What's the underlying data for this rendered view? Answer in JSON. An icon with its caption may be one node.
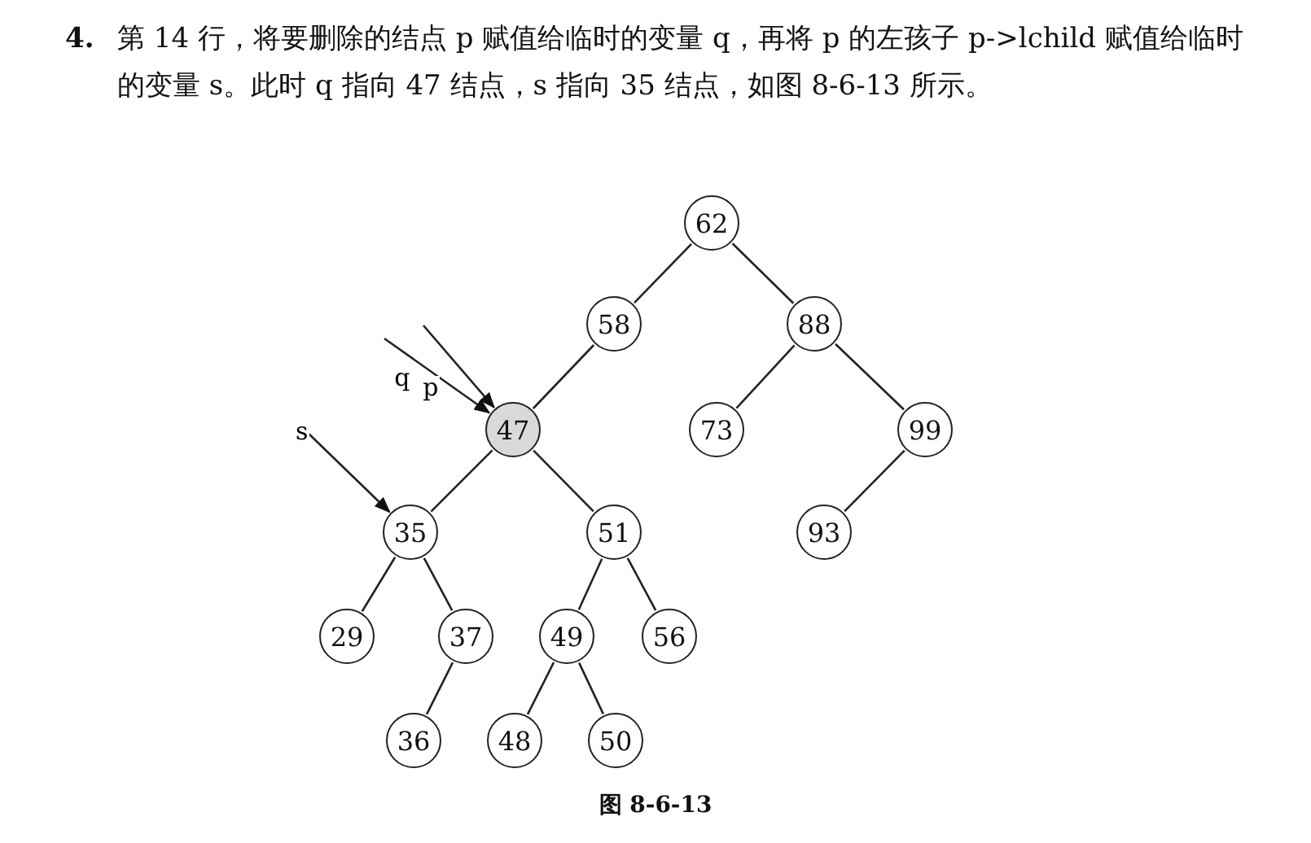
{
  "diagram": {
    "caption": "图 8-6-13",
    "nodes": [
      {
        "text": [
          "62"
        ]
      },
      {
        "text": [
          "58"
        ]
      },
      {
        "text": [
          "88"
        ]
      },
      {
        "text": [
          "47"
        ]
      },
      {
        "text": [
          "73"
        ]
      },
      {
        "text": [
          "99"
        ]
      },
      {
        "text": [
          "35"
        ]
      },
      {
        "text": [
          "51"
        ]
      },
      {
        "text": [
          "93"
        ]
      },
      {
        "text": [
          "29"
        ]
      },
      {
        "text": [
          "37"
        ]
      },
      {
        "text": [
          "49"
        ]
      },
      {
        "text": [
          "56"
        ]
      },
      {
        "text": [
          "36"
        ]
      },
      {
        "text": [
          "48"
        ]
      },
      {
        "text": [
          "50"
        ]
      }
    ],
    "edges": [
      {
        "from": 0,
        "to": 1,
        "arrow": "none"
      },
      {
        "from": 0,
        "to": 2,
        "arrow": "none"
      },
      {
        "from": 1,
        "to": 3,
        "arrow": "none"
      },
      {
        "from": 2,
        "to": 4,
        "arrow": "none"
      },
      {
        "from": 2,
        "to": 5,
        "arrow": "none"
      },
      {
        "from": 3,
        "to": 6,
        "arrow": "none"
      },
      {
        "from": 3,
        "to": 7,
        "arrow": "none"
      },
      {
        "from": 5,
        "to": 8,
        "arrow": "none"
      },
      {
        "from": 6,
        "to": 9,
        "arrow": "none"
      },
      {
        "from": 6,
        "to": 10,
        "arrow": "none"
      },
      {
        "from": 7,
        "to": 11,
        "arrow": "none"
      },
      {
        "from": 7,
        "to": 12,
        "arrow": "none"
      },
      {
        "from": 10,
        "to": 13,
        "arrow": "none"
      },
      {
        "from": 11,
        "to": 14,
        "arrow": "none"
      },
      {
        "from": 11,
        "to": 15,
        "arrow": "none"
      },
      {
        "from": null,
        "to": 3,
        "arrow": "to",
        "label": "p"
      },
      {
        "from": null,
        "to": 3,
        "arrow": "to",
        "label": "q"
      },
      {
        "from": null,
        "to": 6,
        "arrow": "to",
        "label": "s"
      }
    ],
    "labels": [
      "4.",
      "第 14 行，将要删除的结点 p 赋值给临时的变量 q，再将 p 的左孩子 p->lchild 赋值给临时的变量 s。此时 q 指向 47 结点，s 指向 35 结点，如图 8-6-13 所示。"
    ]
  }
}
